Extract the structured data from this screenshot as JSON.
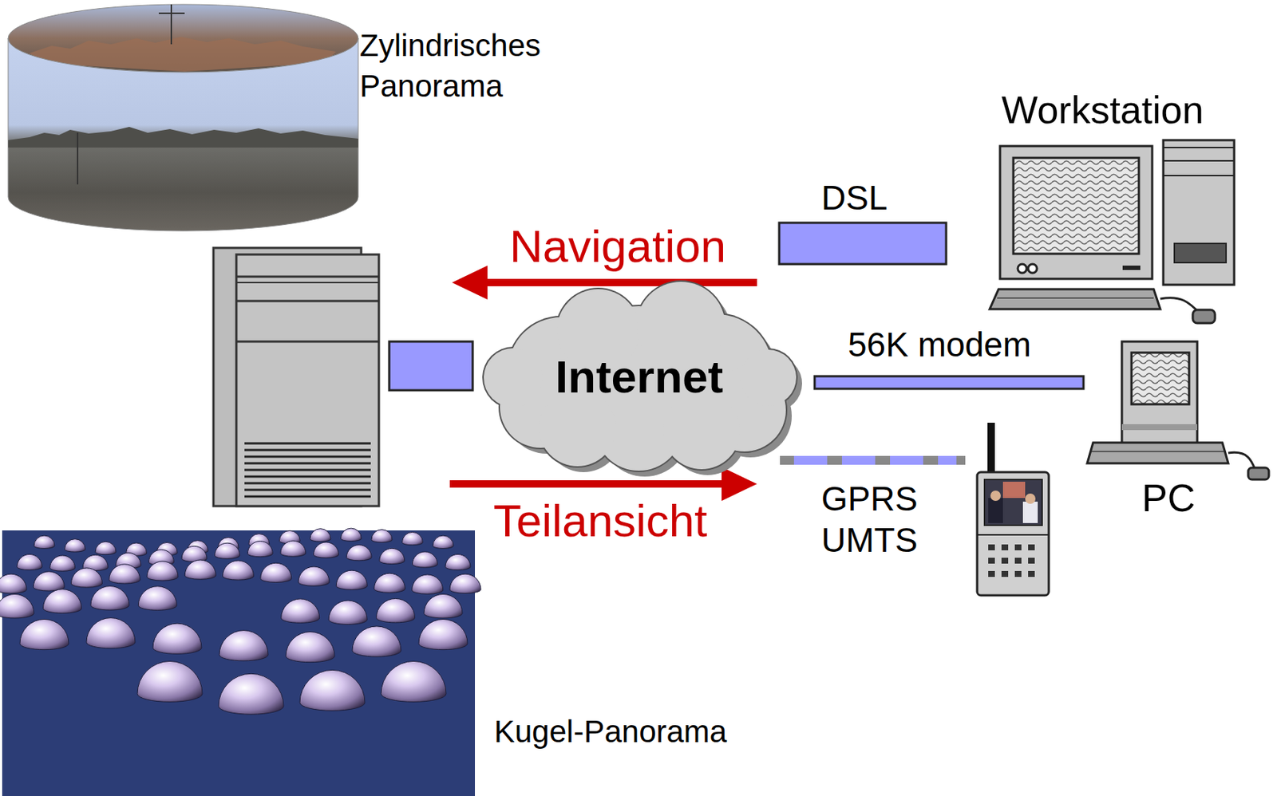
{
  "diagram": {
    "nodes": [
      {
        "text": [
          "Internet"
        ]
      }
    ],
    "labels": [
      "Zylindrisches Panorama",
      "Workstation",
      "DSL",
      "Navigation",
      "56K modem",
      "Teilansicht",
      "GPRS UMTS",
      "PC",
      "Kugel-Panorama"
    ]
  }
}
